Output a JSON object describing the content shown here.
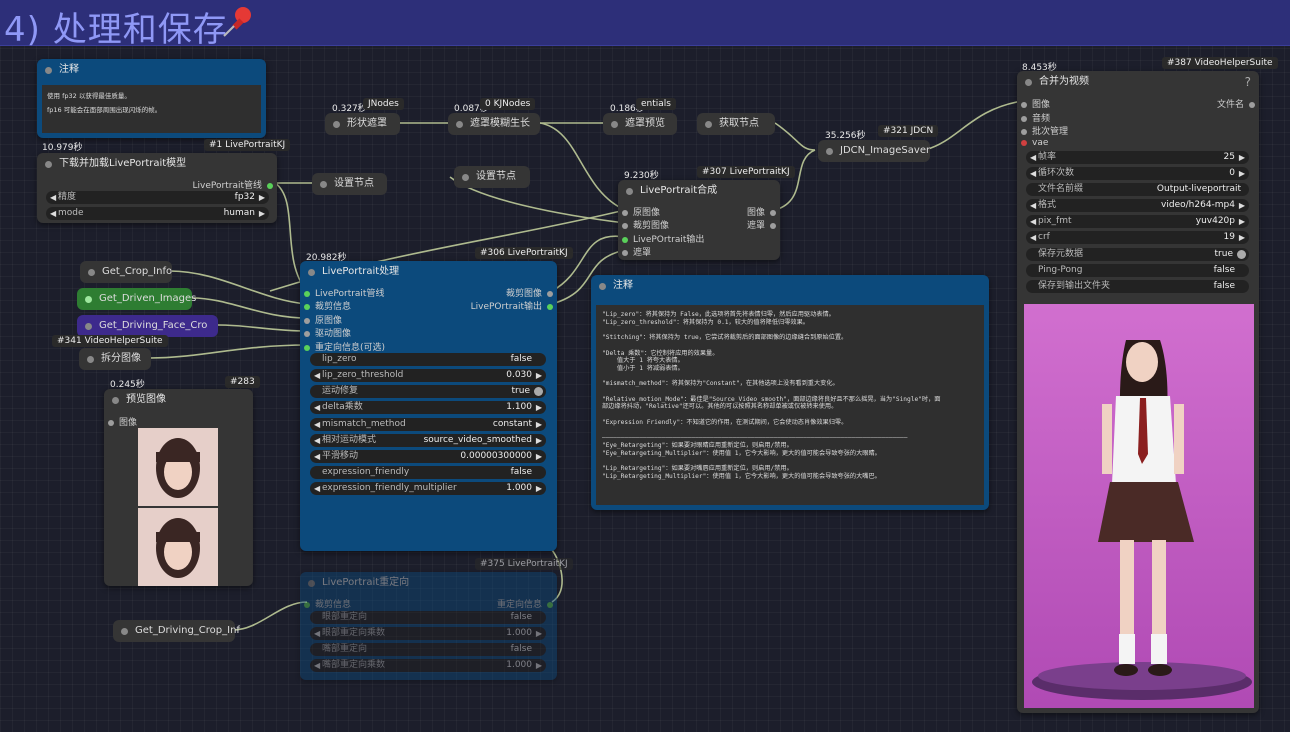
{
  "group": {
    "title": "4) 处理和保存"
  },
  "note1": {
    "header": "注释",
    "lines": [
      "使用 fp32 以获得最佳质量。",
      "fp16 可能会在面部周围出现闪烁的帧。"
    ]
  },
  "loader": {
    "time": "10.979秒",
    "badge": "#1 LivePortraitKJ",
    "title": "下载并加载LivePortrait模型",
    "output": "LivePortrait管线",
    "w1_label": "精度",
    "w1_value": "fp32",
    "w2_label": "mode",
    "w2_value": "human"
  },
  "setnode1": {
    "title": "设置节点"
  },
  "setnode2": {
    "title": "设置节点"
  },
  "mask1": {
    "time": "0.327秒",
    "badge": "JNodes",
    "title": "形状遮罩"
  },
  "mask2": {
    "time": "0.087秒",
    "badge": "0 KJNodes",
    "title": "遮罩模糊生长"
  },
  "mask3": {
    "time": "0.186秒",
    "badge": "entials",
    "title": "遮罩预览"
  },
  "getnode": {
    "title": "获取节点"
  },
  "saver": {
    "time": "35.256秒",
    "badge": "#321 JDCN",
    "title": "JDCN_ImageSaver"
  },
  "composite": {
    "time": "9.230秒",
    "badge": "#307 LivePortraitKJ",
    "title": "LivePortrait合成",
    "inputs": [
      "原图像",
      "裁剪图像",
      "LivePOrtrait输出",
      "遮罩"
    ],
    "outputs": [
      "图像",
      "遮罩"
    ]
  },
  "getters": {
    "crop_info": "Get_Crop_Info",
    "driven": "Get_Driven_Images",
    "driving": "Get_Driving_Face_Cro",
    "driving_crop": "Get_Driving_Crop_Inf"
  },
  "vhs_split": {
    "badge": "#341 VideoHelperSuite",
    "title": "拆分图像"
  },
  "preview": {
    "time": "0.245秒",
    "badge": "#283",
    "title": "预览图像",
    "input": "图像"
  },
  "process": {
    "time": "20.982秒",
    "badge": "#306 LivePortraitKJ",
    "title": "LivePortrait处理",
    "inputs": [
      "LivePortrait管线",
      "裁剪信息",
      "原图像",
      "驱动图像",
      "重定向信息(可选)"
    ],
    "outputs": [
      "裁剪图像",
      "LivePOrtrait输出"
    ],
    "widgets": [
      {
        "label": "lip_zero",
        "value": "false"
      },
      {
        "label": "lip_zero_threshold",
        "value": "0.030"
      },
      {
        "label": "运动修复",
        "value": "true"
      },
      {
        "label": "delta乘数",
        "value": "1.100"
      },
      {
        "label": "mismatch_method",
        "value": "constant"
      },
      {
        "label": "相对运动模式",
        "value": "source_video_smoothed"
      },
      {
        "label": "平滑移动",
        "value": "0.00000300000"
      },
      {
        "label": "expression_friendly",
        "value": "false"
      },
      {
        "label": "expression_friendly_multiplier",
        "value": "1.000"
      }
    ]
  },
  "retarget": {
    "badge": "#375 LivePortraitKJ",
    "title": "LivePortrait重定向",
    "input": "裁剪信息",
    "output": "重定向信息",
    "widgets": [
      {
        "label": "眼部重定向",
        "value": "false"
      },
      {
        "label": "眼部重定向乘数",
        "value": "1.000"
      },
      {
        "label": "嘴部重定向",
        "value": "false"
      },
      {
        "label": "嘴部重定向乘数",
        "value": "1.000"
      }
    ]
  },
  "note2": {
    "header": "注释",
    "text": "\"Lip_zero\"：将其保持为 False，此选项将首先将表情归零，然后应用驱动表情。\n\"Lip_zero_threshold\"：将其保持为 0.1，较大的值将降低归零效果。\n\n\"Stitching\"：将其保持为 true，它尝试将裁剪后的面部图像的边缘缝合到原始位置。\n\n\"Delta 乘数\"：它控制将应用的效果量。\n    值大于 1 将夸大表情。\n    值小于 1 将减弱表情。\n\n\"mismatch_method\"：将其保持为\"Constant\"，在其他选项上没有看到重大变化。\n\n\"Relative_motion_Mode\"：最佳是\"Source_Video_smooth\"，面部边缘将良好且不那么摇晃，当为\"Single\"时，面\n部边缘将抖动，\"Relative\"还可以。其他的可以按照其名称却单被或仅被转来使用。\n\n\"Expression Friendly\"：不知道它的作用，在测试期间，它会使动态肖像效果归零。\n\n——————————————————————————————————————————————————————————————————————————————————\n\"Eye_Retargeting\"：如果要对眼睛应用重新定位，则启用/禁用。\n\"Eye_Retargeting_Multiplier\"：使用值 1，它今大影响，更大的值可能会导致夸张的大眼睛。\n\n\"Lip_Retargeting\"：如果要对嘴唇应用重新定位，则启用/禁用。\n\"Lip_Retargeting_Multiplier\"：使用值 1，它今大影响，更大的值可能会导致夸张的大嘴巴。"
  },
  "video": {
    "time": "8.453秒",
    "badge": "#387 VideoHelperSuite",
    "title": "合并为视频",
    "help": "?",
    "inputs": [
      "图像",
      "音频",
      "批次管理",
      "vae"
    ],
    "output": "文件名",
    "widgets": [
      {
        "label": "帧率",
        "value": "25"
      },
      {
        "label": "循环次数",
        "value": "0"
      },
      {
        "label": "文件名前缀",
        "value": "Output-liveportrait"
      },
      {
        "label": "格式",
        "value": "video/h264-mp4"
      },
      {
        "label": "pix_fmt",
        "value": "yuv420p"
      },
      {
        "label": "crf",
        "value": "19"
      },
      {
        "label": "保存元数据",
        "value": "true"
      },
      {
        "label": "Ping-Pong",
        "value": "false"
      },
      {
        "label": "保存到输出文件夹",
        "value": "false"
      }
    ]
  },
  "colors": {
    "group_bar": "#2d2f79",
    "group_title": "#8f98f6",
    "node_blue": "#0c4a7c",
    "node_gray": "#353535",
    "badge_green": "#245e22",
    "wire": "#c8d6a0"
  }
}
